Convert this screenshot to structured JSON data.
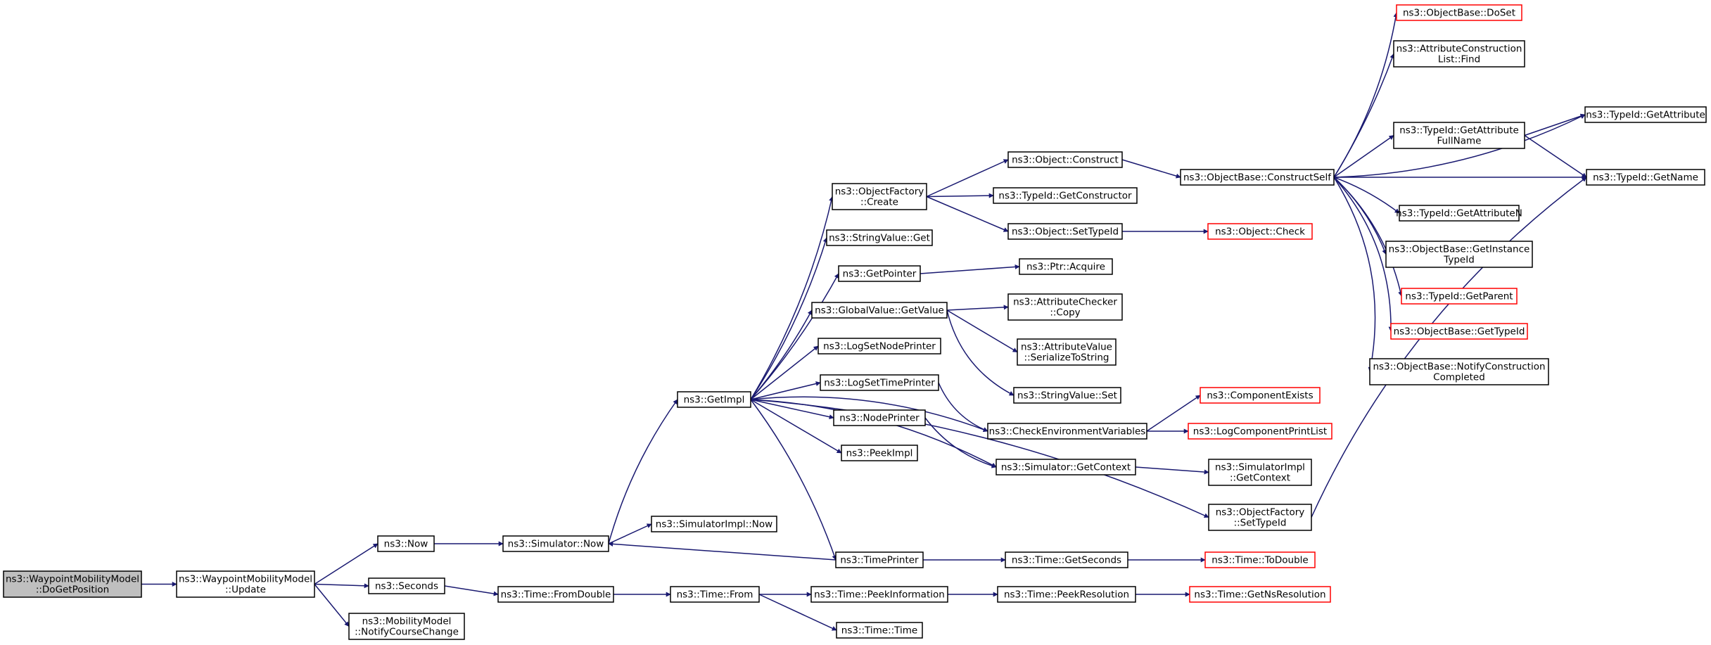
{
  "colors": {
    "edge": "#191970",
    "node_border": "#000000",
    "node_border_truncated": "#ff0000",
    "node_fill": "#ffffff",
    "root_fill": "#bfbfbf"
  },
  "nodes": [
    {
      "id": "root",
      "lines": [
        "ns3::WaypointMobilityModel",
        "::DoGetPosition"
      ],
      "root": true
    },
    {
      "id": "update",
      "lines": [
        "ns3::WaypointMobilityModel",
        "::Update"
      ]
    },
    {
      "id": "now",
      "lines": [
        "ns3::Now"
      ]
    },
    {
      "id": "seconds",
      "lines": [
        "ns3::Seconds"
      ]
    },
    {
      "id": "mmncc",
      "lines": [
        "ns3::MobilityModel",
        "::NotifyCourseChange"
      ]
    },
    {
      "id": "simnow",
      "lines": [
        "ns3::Simulator::Now"
      ]
    },
    {
      "id": "tfromdouble",
      "lines": [
        "ns3::Time::FromDouble"
      ]
    },
    {
      "id": "simimplnow",
      "lines": [
        "ns3::SimulatorImpl::Now"
      ]
    },
    {
      "id": "getimpl",
      "lines": [
        "ns3::GetImpl"
      ]
    },
    {
      "id": "tfrom",
      "lines": [
        "ns3::Time::From"
      ]
    },
    {
      "id": "ofcreate",
      "lines": [
        "ns3::ObjectFactory",
        "::Create"
      ]
    },
    {
      "id": "svget",
      "lines": [
        "ns3::StringValue::Get"
      ]
    },
    {
      "id": "getpointer",
      "lines": [
        "ns3::GetPointer"
      ]
    },
    {
      "id": "gvgetvalue",
      "lines": [
        "ns3::GlobalValue::GetValue"
      ]
    },
    {
      "id": "logsetnodeprinter",
      "lines": [
        "ns3::LogSetNodePrinter"
      ]
    },
    {
      "id": "logsettimeprinter",
      "lines": [
        "ns3::LogSetTimePrinter"
      ]
    },
    {
      "id": "nodeprinter",
      "lines": [
        "ns3::NodePrinter"
      ]
    },
    {
      "id": "peekimpl",
      "lines": [
        "ns3::PeekImpl"
      ]
    },
    {
      "id": "timeprinter",
      "lines": [
        "ns3::TimePrinter"
      ]
    },
    {
      "id": "tpeekinfo",
      "lines": [
        "ns3::Time::PeekInformation"
      ]
    },
    {
      "id": "ttime",
      "lines": [
        "ns3::Time::Time"
      ]
    },
    {
      "id": "objconstruct",
      "lines": [
        "ns3::Object::Construct"
      ]
    },
    {
      "id": "tidgetconstructor",
      "lines": [
        "ns3::TypeId::GetConstructor"
      ]
    },
    {
      "id": "objsettypeid",
      "lines": [
        "ns3::Object::SetTypeId"
      ]
    },
    {
      "id": "ptracquire",
      "lines": [
        "ns3::Ptr::Acquire"
      ]
    },
    {
      "id": "accopy",
      "lines": [
        "ns3::AttributeChecker",
        "::Copy"
      ]
    },
    {
      "id": "avserialize",
      "lines": [
        "ns3::AttributeValue",
        "::SerializeToString"
      ]
    },
    {
      "id": "svset",
      "lines": [
        "ns3::StringValue::Set"
      ]
    },
    {
      "id": "checkenv",
      "lines": [
        "ns3::CheckEnvironmentVariables"
      ]
    },
    {
      "id": "simgetcontext",
      "lines": [
        "ns3::Simulator::GetContext"
      ]
    },
    {
      "id": "ofsettypeid",
      "lines": [
        "ns3::ObjectFactory",
        "::SetTypeId"
      ]
    },
    {
      "id": "tgetseconds",
      "lines": [
        "ns3::Time::GetSeconds"
      ]
    },
    {
      "id": "tpeekres",
      "lines": [
        "ns3::Time::PeekResolution"
      ]
    },
    {
      "id": "obconstructself",
      "lines": [
        "ns3::ObjectBase::ConstructSelf"
      ]
    },
    {
      "id": "objcheck",
      "lines": [
        "ns3::Object::Check"
      ],
      "truncated": true
    },
    {
      "id": "compexists",
      "lines": [
        "ns3::ComponentExists"
      ],
      "truncated": true
    },
    {
      "id": "logcompprint",
      "lines": [
        "ns3::LogComponentPrintList"
      ],
      "truncated": true
    },
    {
      "id": "simimplgetcontext",
      "lines": [
        "ns3::SimulatorImpl",
        "::GetContext"
      ]
    },
    {
      "id": "ttodouble",
      "lines": [
        "ns3::Time::ToDouble"
      ],
      "truncated": true
    },
    {
      "id": "tgetnsres",
      "lines": [
        "ns3::Time::GetNsResolution"
      ],
      "truncated": true
    },
    {
      "id": "obdoset",
      "lines": [
        "ns3::ObjectBase::DoSet"
      ],
      "truncated": true
    },
    {
      "id": "aclfind",
      "lines": [
        "ns3::AttributeConstruction",
        "List::Find"
      ]
    },
    {
      "id": "tidgetattrfullname",
      "lines": [
        "ns3::TypeId::GetAttribute",
        "FullName"
      ]
    },
    {
      "id": "tidgetattributen",
      "lines": [
        "ns3::TypeId::GetAttributeN"
      ]
    },
    {
      "id": "obgetinstancetypeid",
      "lines": [
        "ns3::ObjectBase::GetInstance",
        "TypeId"
      ]
    },
    {
      "id": "tidgetparent",
      "lines": [
        "ns3::TypeId::GetParent"
      ],
      "truncated": true
    },
    {
      "id": "obgettypeid",
      "lines": [
        "ns3::ObjectBase::GetTypeId"
      ],
      "truncated": true
    },
    {
      "id": "obnotifyconstruction",
      "lines": [
        "ns3::ObjectBase::NotifyConstruction",
        "Completed"
      ]
    },
    {
      "id": "tidgetattribute",
      "lines": [
        "ns3::TypeId::GetAttribute"
      ]
    },
    {
      "id": "tidgetname",
      "lines": [
        "ns3::TypeId::GetName"
      ]
    }
  ],
  "edges": [
    [
      "root",
      "update"
    ],
    [
      "update",
      "now"
    ],
    [
      "update",
      "seconds"
    ],
    [
      "update",
      "mmncc"
    ],
    [
      "now",
      "simnow"
    ],
    [
      "seconds",
      "tfromdouble"
    ],
    [
      "simnow",
      "simimplnow"
    ],
    [
      "simnow",
      "getimpl"
    ],
    [
      "tfromdouble",
      "tfrom"
    ],
    [
      "tfrom",
      "tpeekinfo"
    ],
    [
      "tfrom",
      "ttime"
    ],
    [
      "getimpl",
      "ofcreate"
    ],
    [
      "getimpl",
      "svget"
    ],
    [
      "getimpl",
      "getpointer"
    ],
    [
      "getimpl",
      "gvgetvalue"
    ],
    [
      "getimpl",
      "logsetnodeprinter"
    ],
    [
      "getimpl",
      "logsettimeprinter"
    ],
    [
      "getimpl",
      "nodeprinter"
    ],
    [
      "getimpl",
      "peekimpl"
    ],
    [
      "getimpl",
      "timeprinter"
    ],
    [
      "getimpl",
      "checkenv"
    ],
    [
      "getimpl",
      "simgetcontext"
    ],
    [
      "getimpl",
      "ofsettypeid"
    ],
    [
      "timeprinter",
      "simnow"
    ],
    [
      "timeprinter",
      "tgetseconds"
    ],
    [
      "tpeekinfo",
      "tpeekres"
    ],
    [
      "ofcreate",
      "objconstruct"
    ],
    [
      "ofcreate",
      "tidgetconstructor"
    ],
    [
      "ofcreate",
      "objsettypeid"
    ],
    [
      "getpointer",
      "ptracquire"
    ],
    [
      "gvgetvalue",
      "accopy"
    ],
    [
      "gvgetvalue",
      "avserialize"
    ],
    [
      "gvgetvalue",
      "svset"
    ],
    [
      "logsettimeprinter",
      "checkenv"
    ],
    [
      "nodeprinter",
      "simgetcontext"
    ],
    [
      "objconstruct",
      "obconstructself"
    ],
    [
      "objsettypeid",
      "objcheck"
    ],
    [
      "checkenv",
      "compexists"
    ],
    [
      "checkenv",
      "logcompprint"
    ],
    [
      "simgetcontext",
      "simimplgetcontext"
    ],
    [
      "ofsettypeid",
      "tidgetname"
    ],
    [
      "tgetseconds",
      "ttodouble"
    ],
    [
      "tpeekres",
      "tgetnsres"
    ],
    [
      "obconstructself",
      "obdoset"
    ],
    [
      "obconstructself",
      "aclfind"
    ],
    [
      "obconstructself",
      "tidgetattribute"
    ],
    [
      "obconstructself",
      "tidgetattrfullname"
    ],
    [
      "obconstructself",
      "tidgetname"
    ],
    [
      "obconstructself",
      "tidgetattributen"
    ],
    [
      "obconstructself",
      "obgetinstancetypeid"
    ],
    [
      "obconstructself",
      "tidgetparent"
    ],
    [
      "obconstructself",
      "obgettypeid"
    ],
    [
      "obconstructself",
      "obnotifyconstruction"
    ],
    [
      "tidgetattrfullname",
      "tidgetattribute"
    ],
    [
      "tidgetattrfullname",
      "tidgetname"
    ]
  ]
}
